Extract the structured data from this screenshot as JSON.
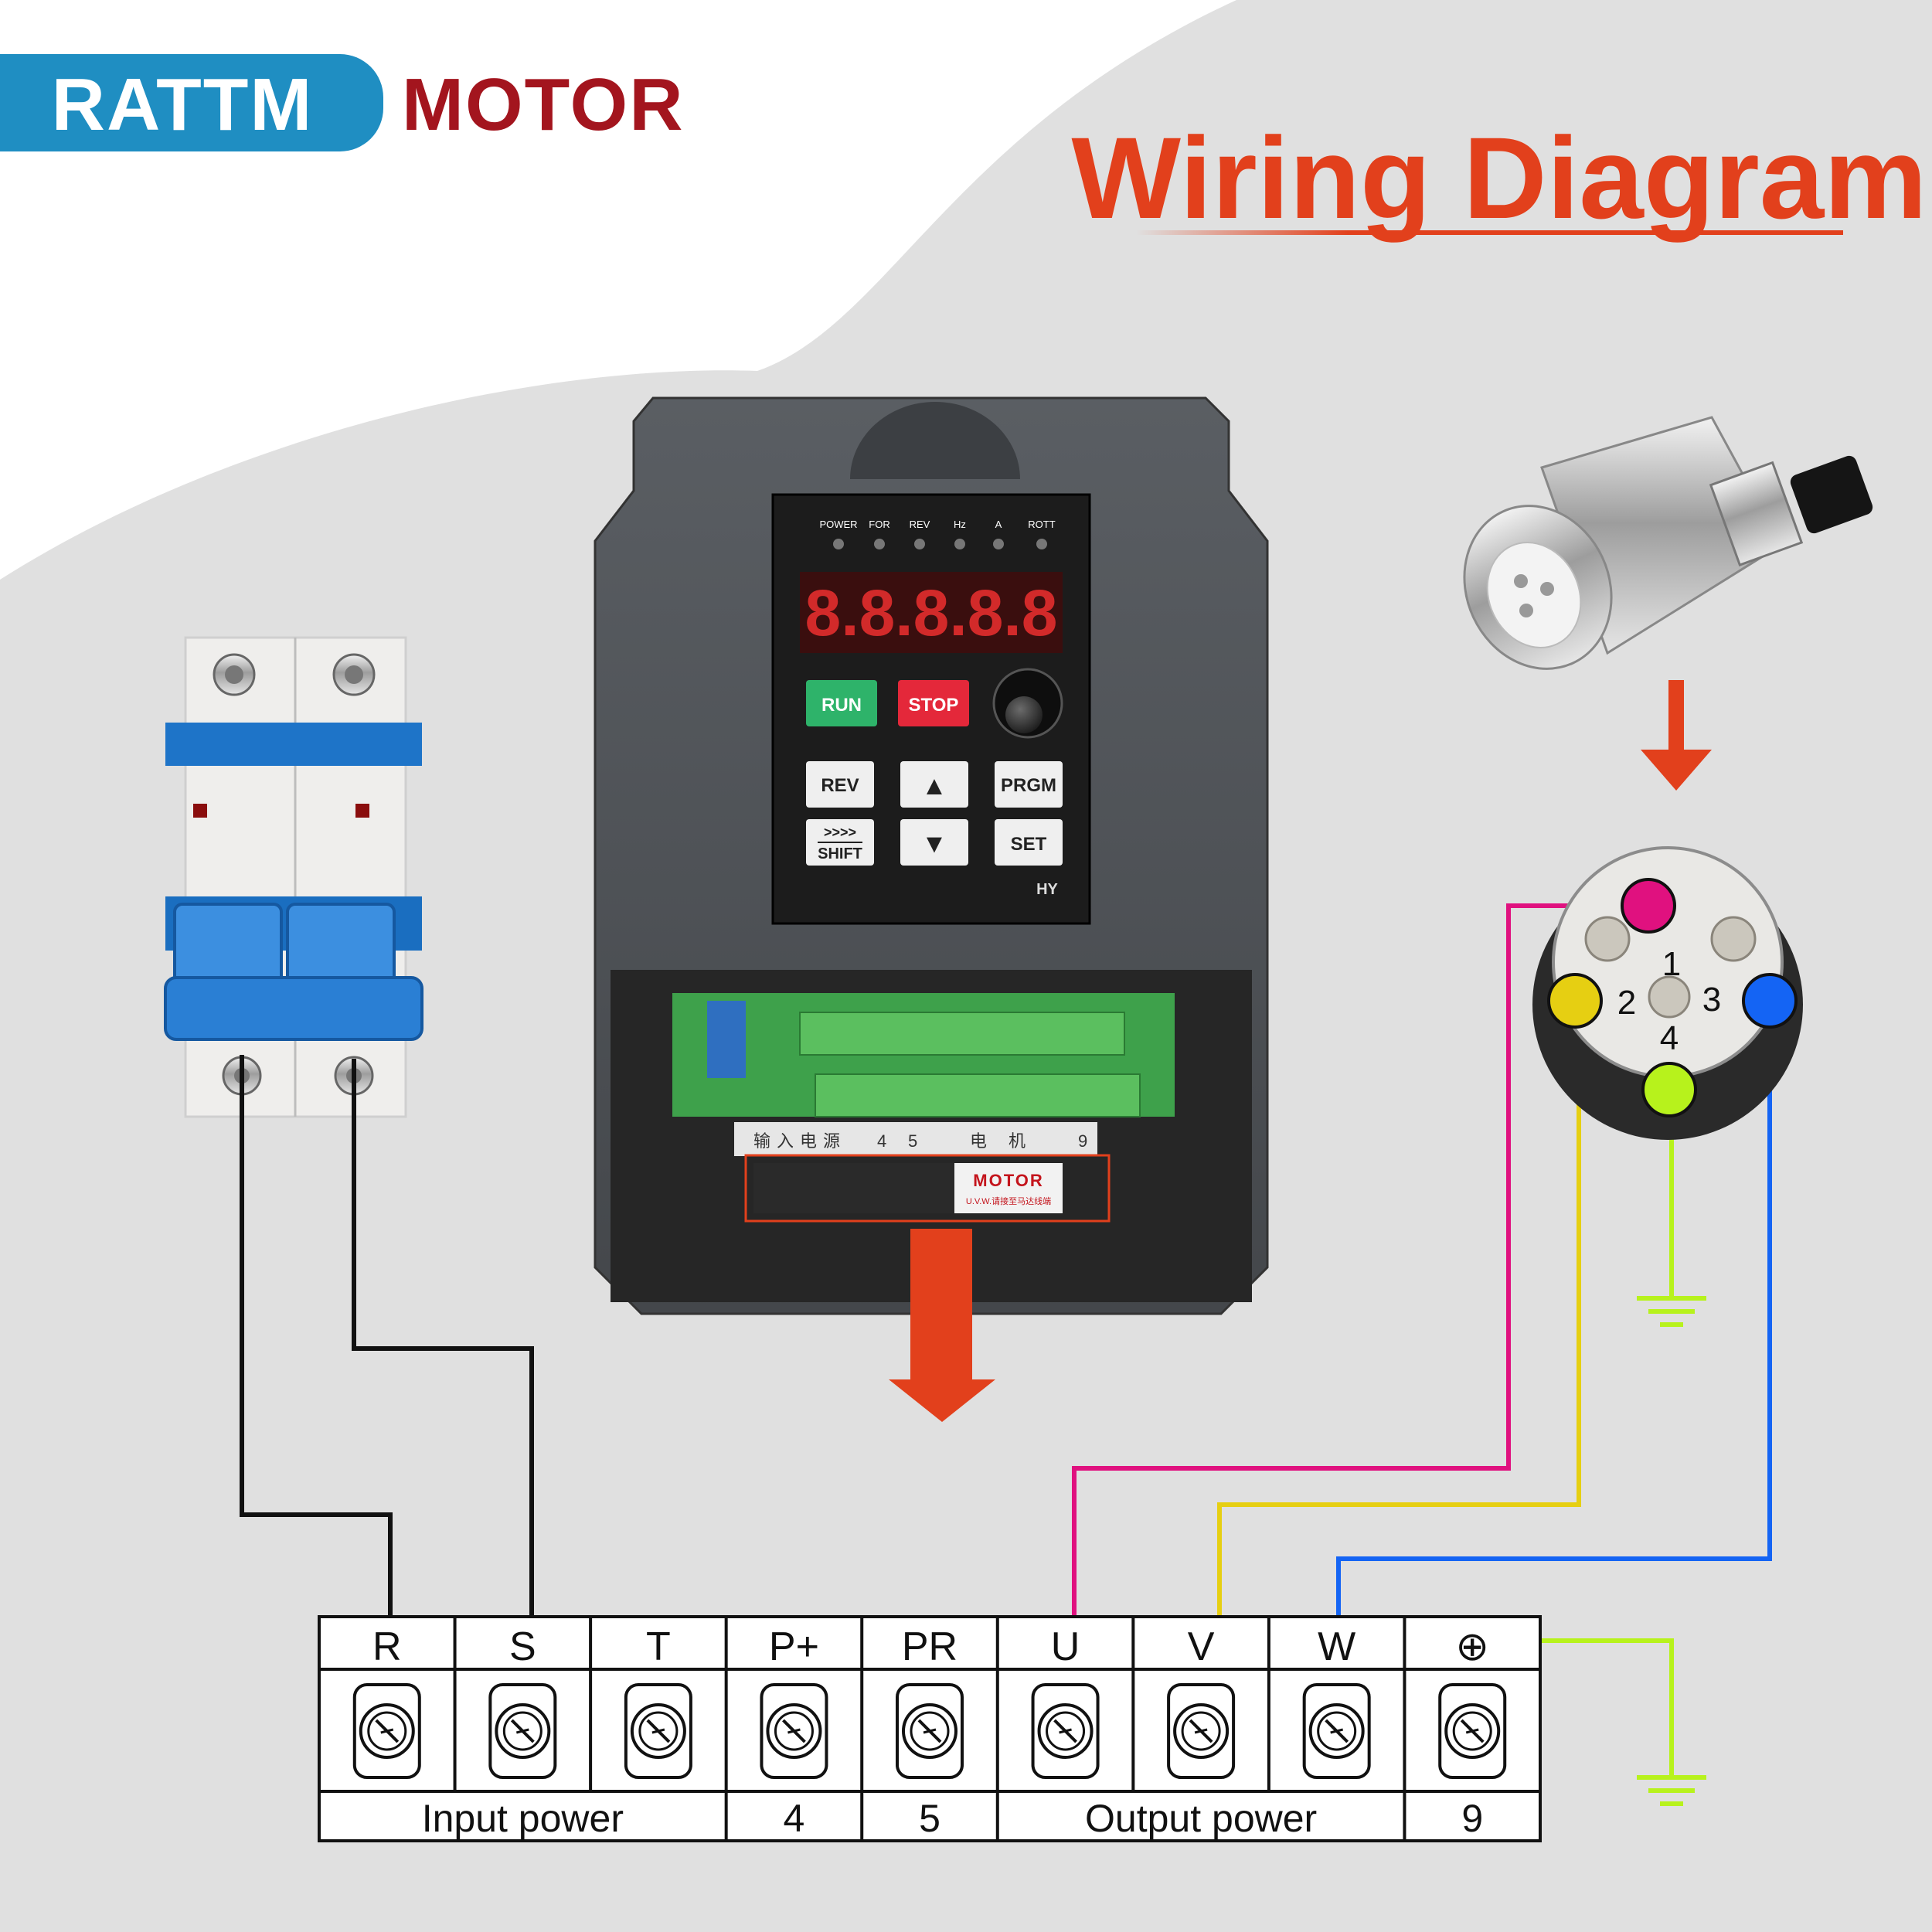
{
  "brand": {
    "name": "RATTM",
    "suffix": "MOTOR"
  },
  "title": "Wiring Diagram",
  "colors": {
    "accent": "#e2401c",
    "brand_blue": "#1f8ec2",
    "brand_red": "#a3151e",
    "wire_black": "#111111",
    "wire_magenta": "#e0117f",
    "wire_yellow": "#e6cf12",
    "wire_blue": "#1464f4",
    "wire_green": "#b7f21c",
    "panel_bg": "#e0e0e0"
  },
  "vfd": {
    "indicators": [
      "POWER",
      "FOR",
      "REV",
      "Hz",
      "A",
      "ROTT"
    ],
    "display": "8.8.8.8.8",
    "buttons": {
      "run": "RUN",
      "stop": "STOP",
      "rev": "REV",
      "shift_arrows": ">>>>",
      "shift": "SHIFT",
      "prgm": "PRGM",
      "set": "SET",
      "up": "▲",
      "down": "▼"
    },
    "model": "HY",
    "motor_label": "MOTOR",
    "motor_sublabel": "U.V.W.请接至马达线端",
    "pcb_labels": [
      "输",
      "入",
      "电",
      "源",
      "4",
      "5",
      "电",
      "机",
      "9"
    ]
  },
  "connector": {
    "pins": [
      {
        "label": "1",
        "color": "magenta"
      },
      {
        "label": "2",
        "color": "yellow"
      },
      {
        "label": "3",
        "color": "blue"
      },
      {
        "label": "4",
        "color": "green"
      }
    ]
  },
  "terminal_block": {
    "terminals": [
      "R",
      "S",
      "T",
      "P+",
      "PR",
      "U",
      "V",
      "W",
      "⊕"
    ],
    "groups": [
      {
        "label": "Input power",
        "span": 3
      },
      {
        "label": "4",
        "span": 1
      },
      {
        "label": "5",
        "span": 1
      },
      {
        "label": "Output power",
        "span": 3
      },
      {
        "label": "9",
        "span": 1
      }
    ]
  }
}
